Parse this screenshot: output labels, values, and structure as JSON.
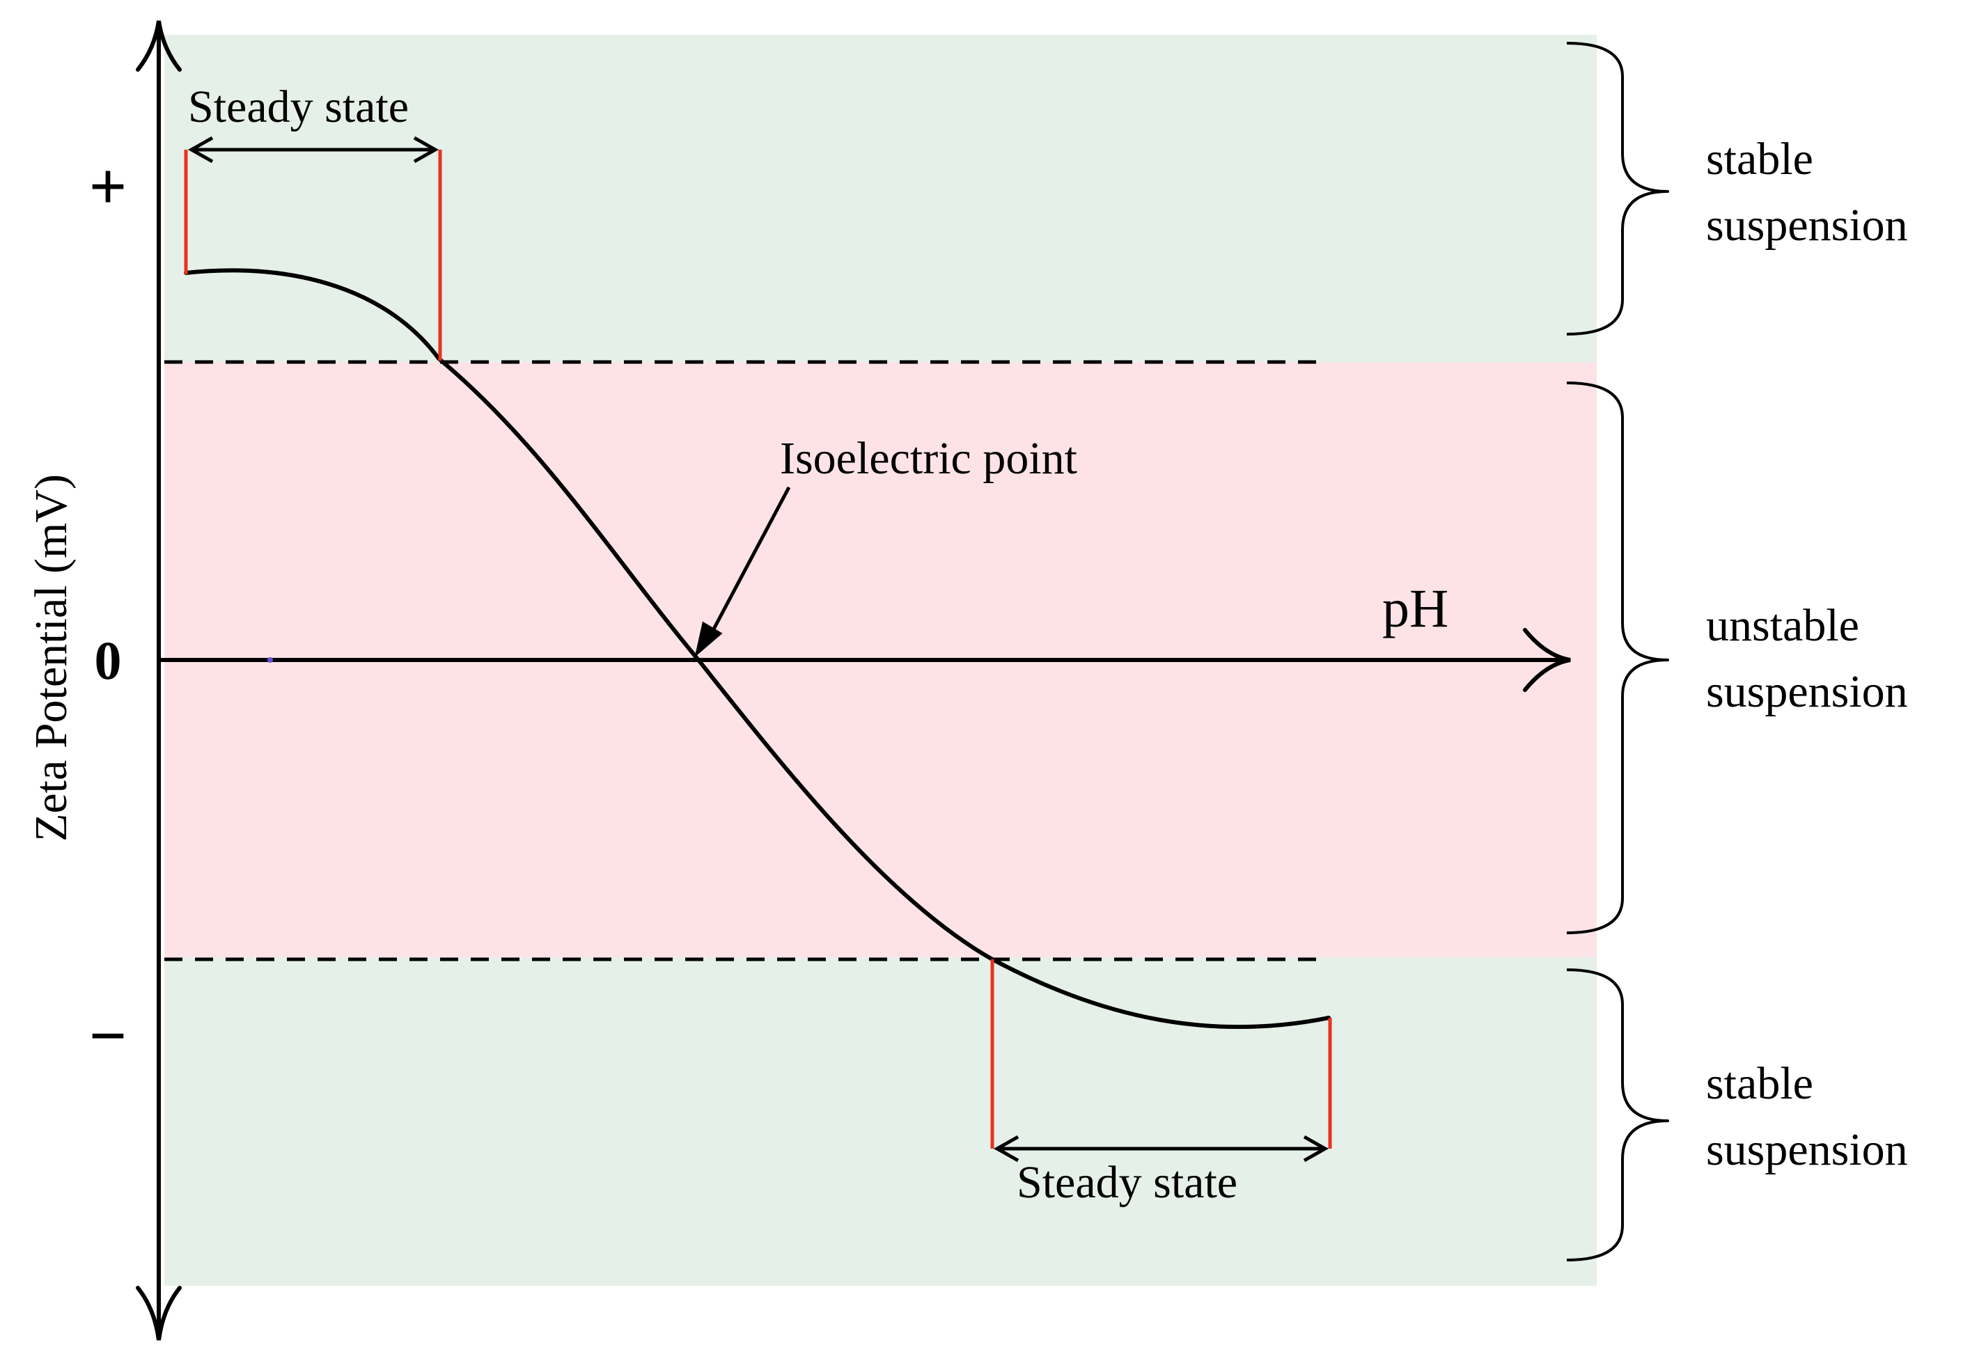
{
  "labels": {
    "y_axis": "Zeta Potential (mV)",
    "x_axis": "pH",
    "plus": "+",
    "zero": "0",
    "minus": "−",
    "isoelectric": "Isoelectric point",
    "steady_top": "Steady state",
    "steady_bottom": "Steady state"
  },
  "regions": [
    {
      "line1": "stable",
      "line2": "suspension"
    },
    {
      "line1": "unstable",
      "line2": "suspension"
    },
    {
      "line1": "stable",
      "line2": "suspension"
    }
  ],
  "colors": {
    "stable_band": "#e5f0e9",
    "unstable_band": "#fde3e5",
    "curve": "#000000",
    "steady_marker": "#e8321e",
    "threshold_line": "#000000"
  }
}
